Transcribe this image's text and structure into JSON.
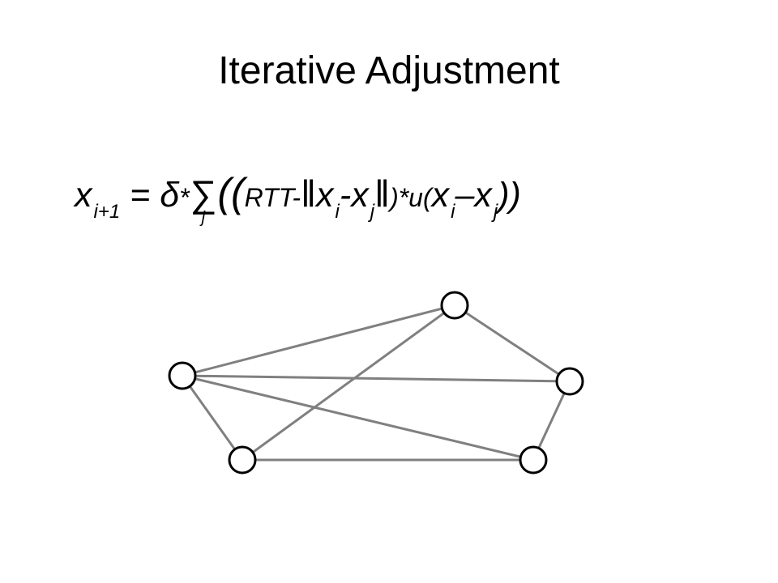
{
  "slide": {
    "title": "Iterative Adjustment"
  },
  "formula": {
    "x": "x",
    "sub_i_plus_1": "i+1",
    "equals_delta": " = δ",
    "star": "*",
    "sigma": "∑",
    "sigma_index": "j",
    "open_parens": "((",
    "rtt": "RTT-",
    "norm_open": "‖",
    "x_i": "x",
    "sub_i": "i",
    "minus": "-",
    "x_j": "x",
    "sub_j": "j",
    "norm_close": "‖",
    "close_paren": ")",
    "star_u": "*u",
    "u_open": "(",
    "x_i2": "x",
    "sub_i2": "i",
    "dash": "–",
    "x_j2": "x",
    "sub_j2": "j",
    "close_parens": "))"
  },
  "graph": {
    "node_count": 5,
    "edges": [
      [
        "left",
        "top"
      ],
      [
        "left",
        "right"
      ],
      [
        "left",
        "bottom-right"
      ],
      [
        "left",
        "bottom-left"
      ],
      [
        "top",
        "bottom-left"
      ],
      [
        "top",
        "right"
      ],
      [
        "right",
        "bottom-right"
      ],
      [
        "bottom-left",
        "bottom-right"
      ]
    ],
    "edge_color": "#808080",
    "node_stroke_color": "#000000",
    "node_fill_color": "#ffffff"
  }
}
